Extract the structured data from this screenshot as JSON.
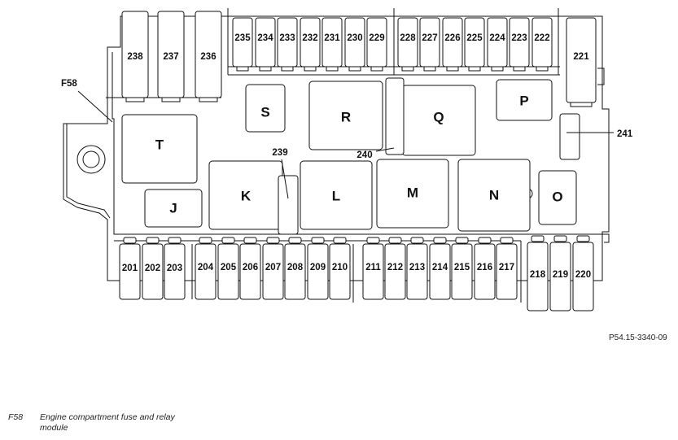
{
  "diagram": {
    "fuses_top_right": [
      "235",
      "234",
      "233",
      "232",
      "231",
      "230",
      "229",
      "228",
      "227",
      "226",
      "225",
      "224",
      "223",
      "222"
    ],
    "fuses_top_left": [
      "238",
      "237",
      "236"
    ],
    "fuse_side_right": "221",
    "fuses_bottom_left": [
      "201",
      "202",
      "203"
    ],
    "fuses_bottom_mid": [
      "204",
      "205",
      "206",
      "207",
      "208",
      "209",
      "210"
    ],
    "fuses_bottom_right": [
      "211",
      "212",
      "213",
      "214",
      "215",
      "216",
      "217"
    ],
    "fuses_bottom_tall": [
      "218",
      "219",
      "220"
    ],
    "relays": {
      "T": "T",
      "J": "J",
      "S": "S",
      "R": "R",
      "Q": "Q",
      "P": "P",
      "K": "K",
      "L": "L",
      "M": "M",
      "N": "N",
      "O": "O"
    },
    "callouts": {
      "f58": "F58",
      "c239": "239",
      "c240": "240",
      "c241": "241"
    },
    "part_code": "P54.15-3340-09"
  },
  "legend": {
    "code": "F58",
    "description": "Engine compartment fuse and relay module"
  }
}
